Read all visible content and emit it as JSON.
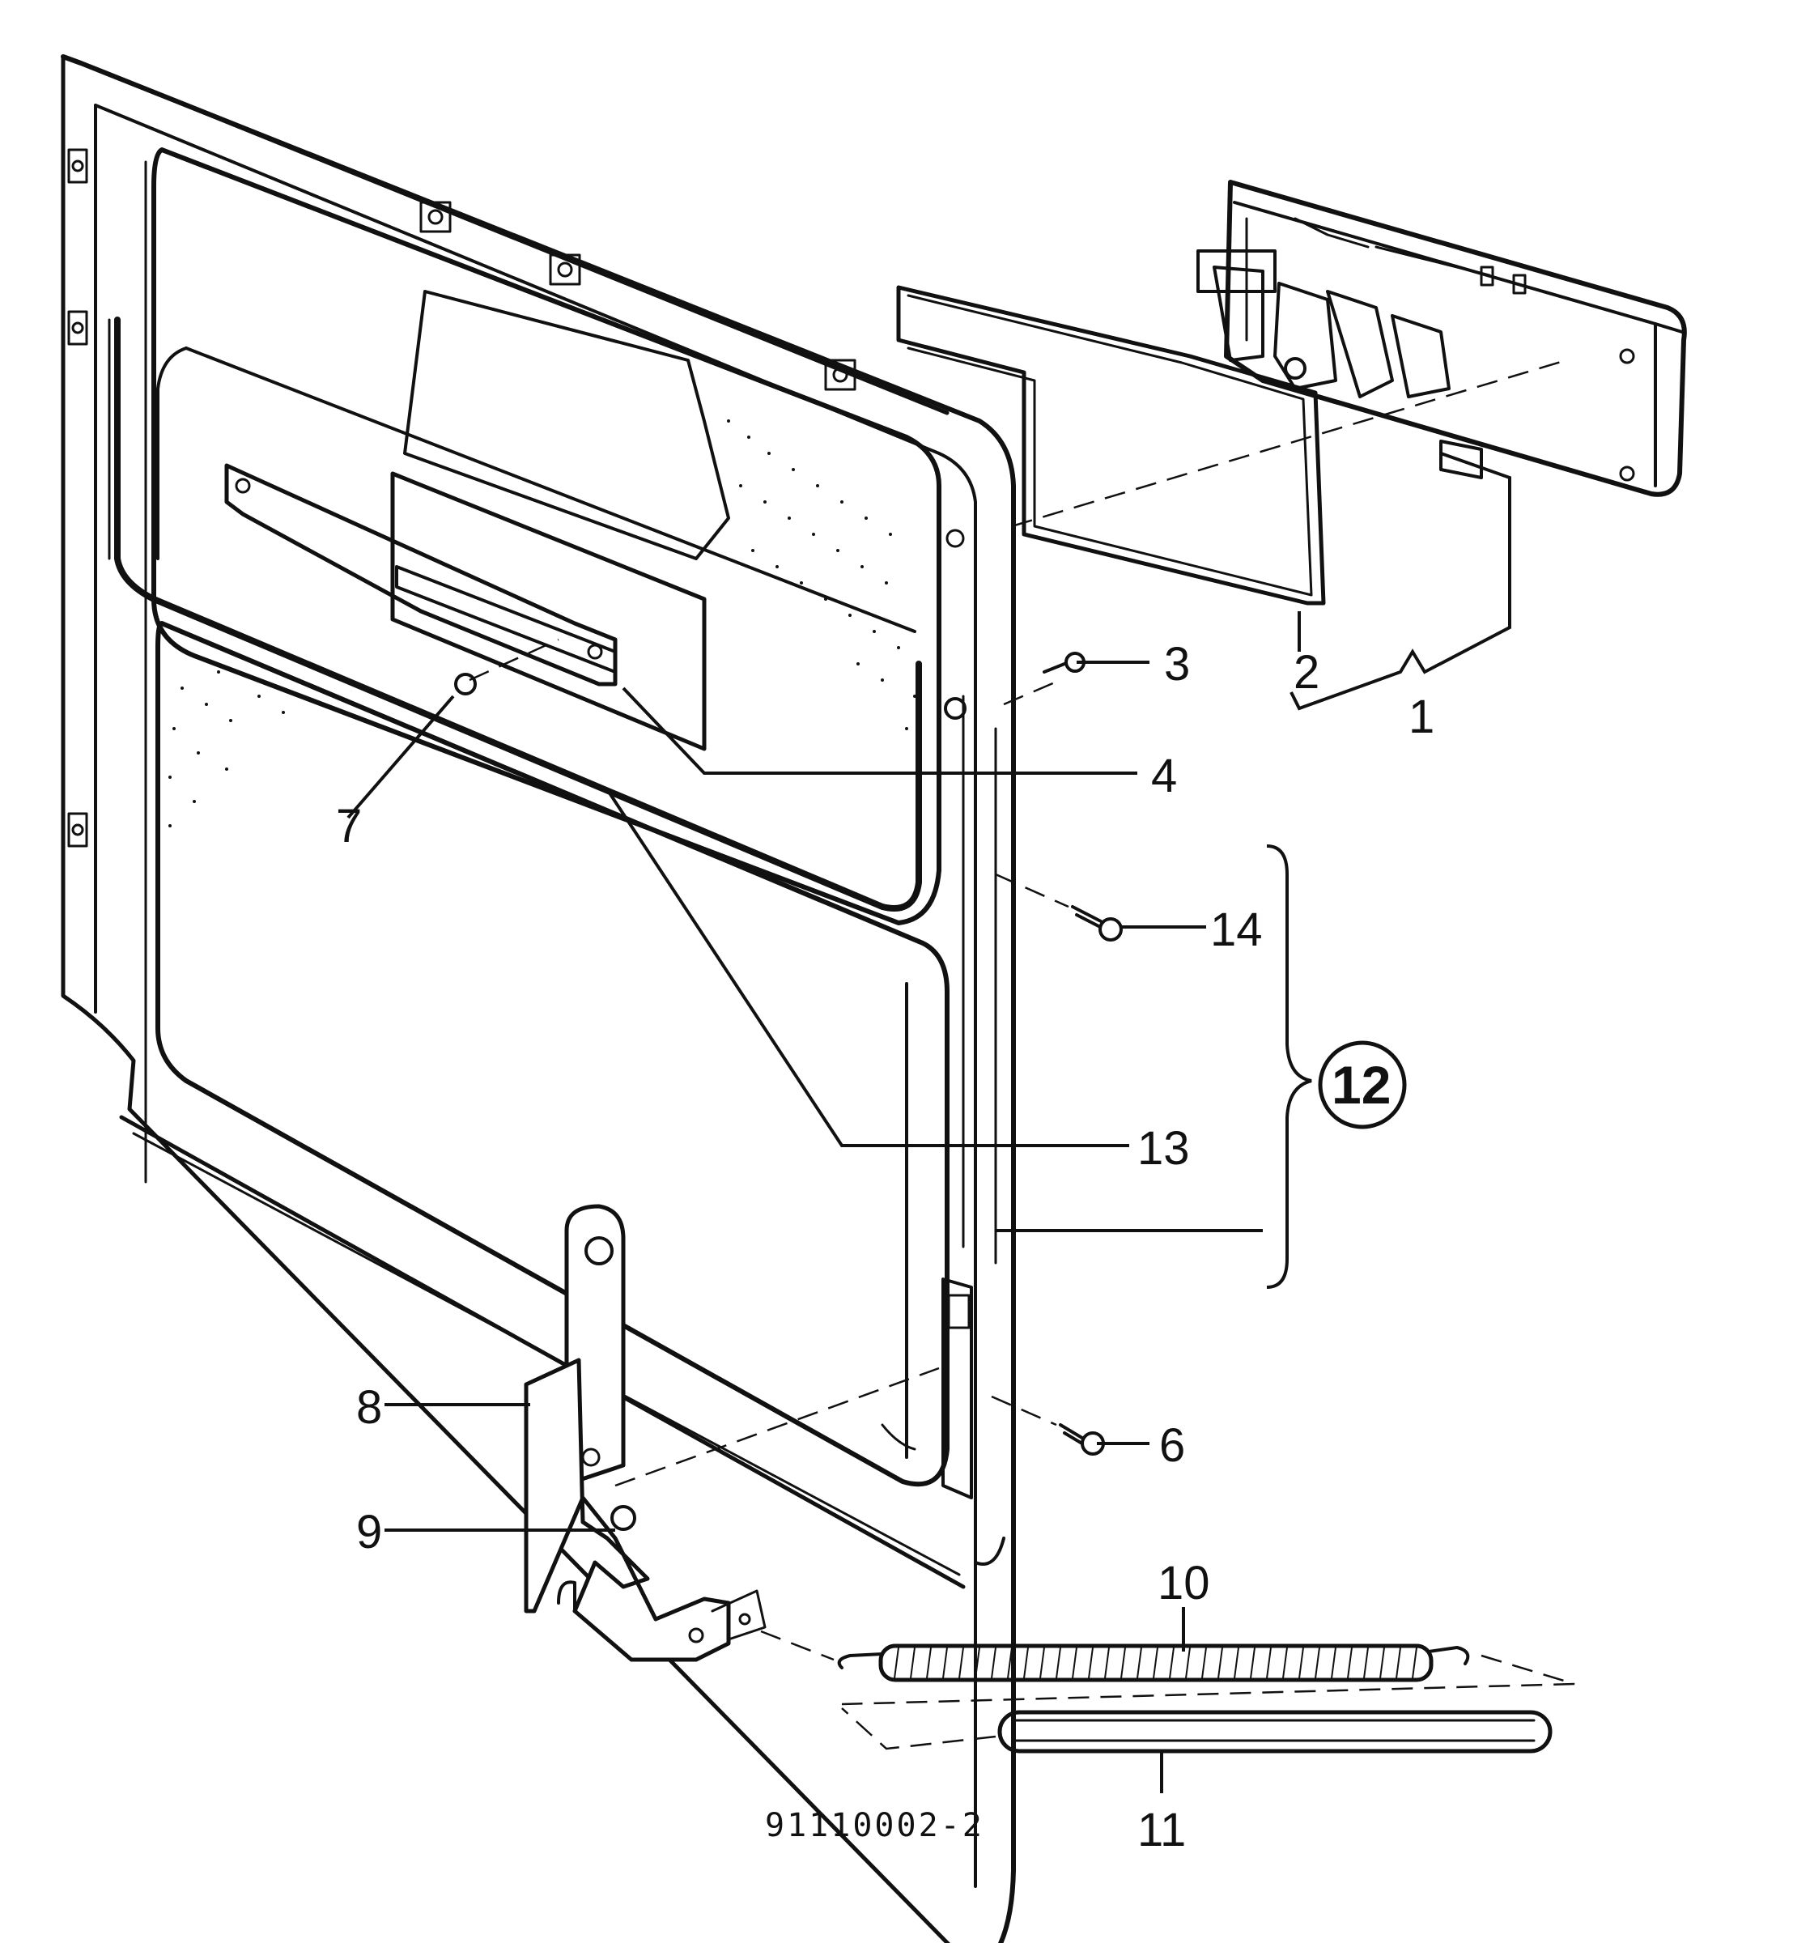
{
  "callouts": {
    "c1": "1",
    "c2": "2",
    "c3": "3",
    "c4": "4",
    "c6": "6",
    "c7": "7",
    "c8": "8",
    "c9": "9",
    "c10": "10",
    "c11": "11",
    "c12": "12",
    "c13": "13",
    "c14": "14"
  },
  "drawing_number": "91110002-2"
}
